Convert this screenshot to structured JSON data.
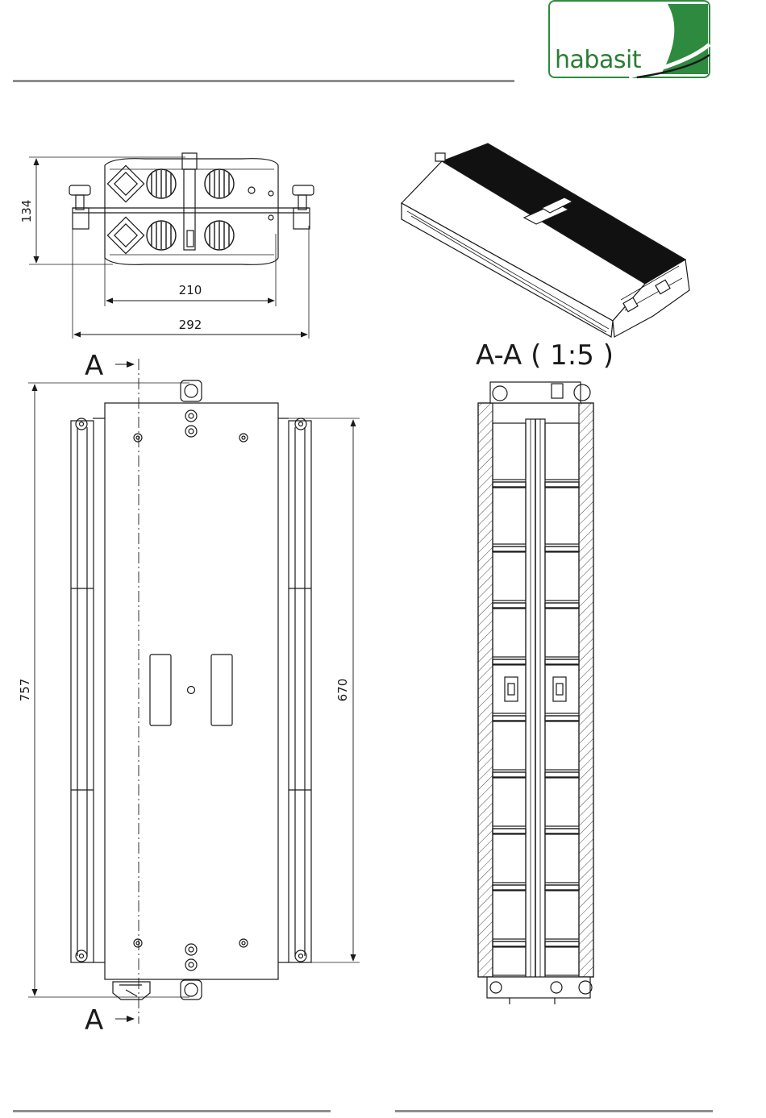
{
  "brand": {
    "name": "habasit",
    "color": "#2a7d34",
    "border": "#2e8a3e"
  },
  "dimensions": {
    "top_height": "134",
    "top_width_inner": "210",
    "top_width_outer": "292",
    "front_height": "757",
    "front_inner_height": "670"
  },
  "section": {
    "marker_top": "A",
    "marker_bottom": "A",
    "title": "A-A ( 1:5 )"
  },
  "colors": {
    "line": "#1a1a1a",
    "rule": "#8e8e8e"
  }
}
